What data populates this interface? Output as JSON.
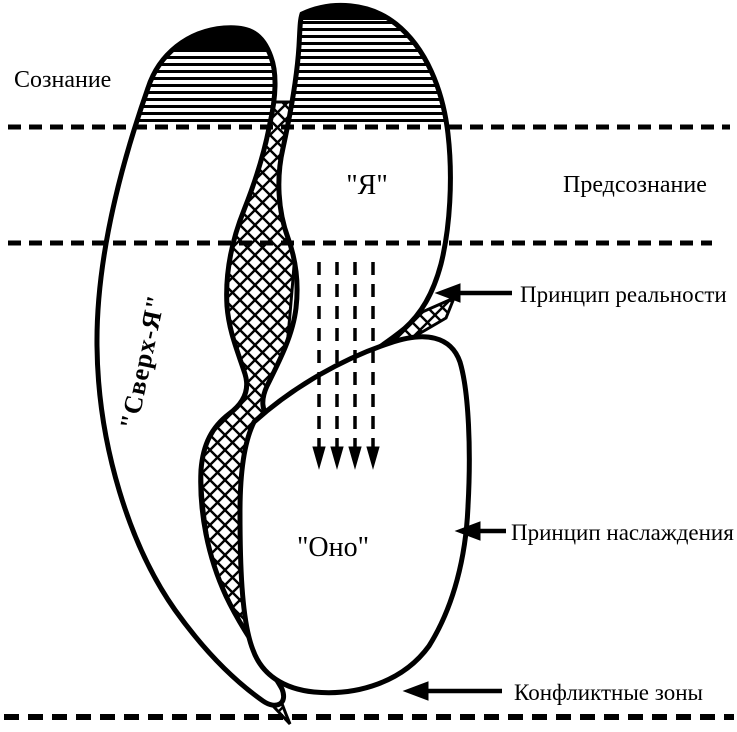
{
  "labels": {
    "consciousness": "Сознание",
    "preconscious": "Предсознание",
    "ego": "\"Я\"",
    "superego": "\"Сверх-Я\"",
    "id": "\"Оно\"",
    "reality_principle": "Принцип реальности",
    "pleasure_principle": "Принцип наслаждения",
    "conflict_zones": "Конфликтные зоны"
  },
  "colors": {
    "ink": "#000000",
    "background": "#ffffff"
  }
}
